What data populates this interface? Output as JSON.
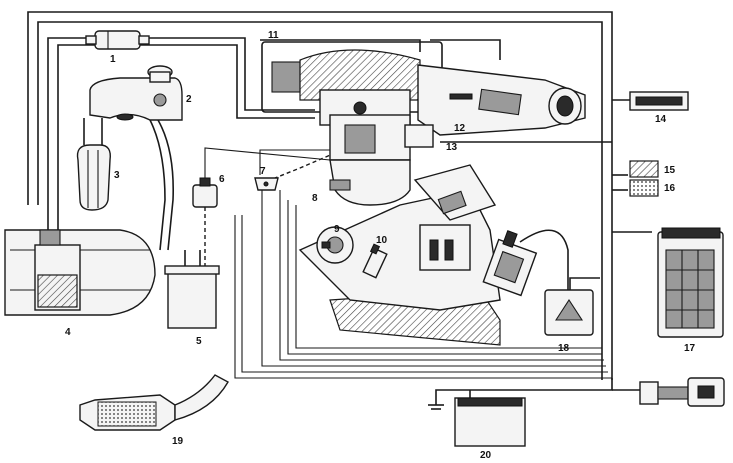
{
  "callouts": {
    "c1": "1",
    "c2": "2",
    "c3": "3",
    "c4": "4",
    "c5": "5",
    "c6": "6",
    "c7": "7",
    "c8": "8",
    "c9": "9",
    "c10": "10",
    "c11": "11",
    "c12": "12",
    "c13": "13",
    "c14": "14",
    "c15": "15",
    "c16": "16",
    "c17": "17",
    "c18": "18",
    "c19": "19",
    "c20": "20"
  },
  "colors": {
    "ink": "#1a1a1a",
    "paper": "#ffffff"
  }
}
